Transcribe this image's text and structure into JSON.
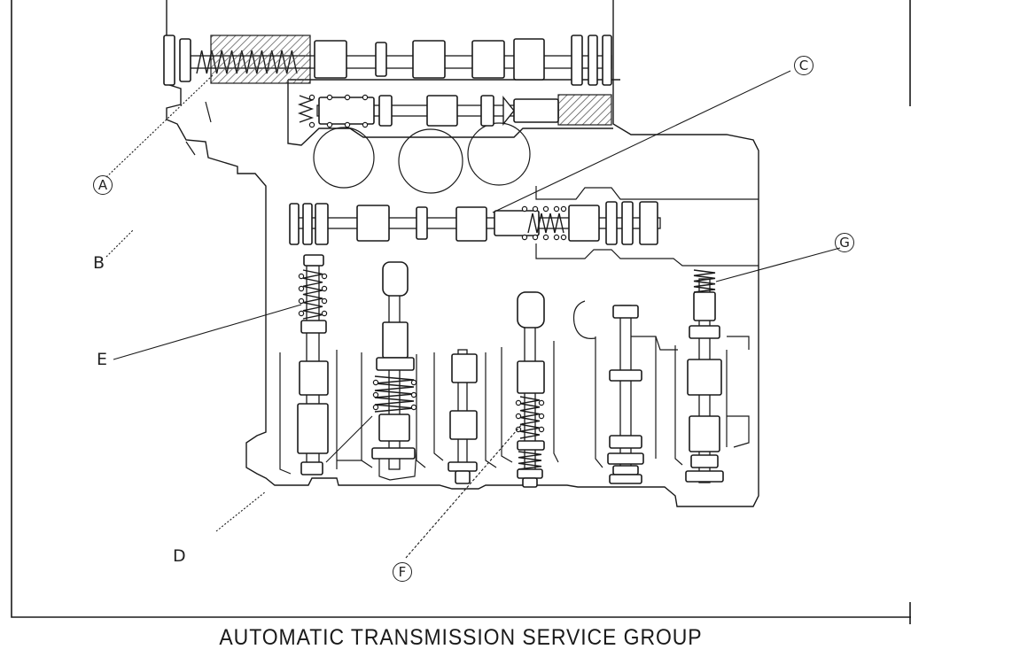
{
  "diagram": {
    "callouts": {
      "a": "A",
      "b": "B",
      "c": "C",
      "d": "D",
      "e": "E",
      "f": "F",
      "g": "G"
    },
    "footer": "AUTOMATIC TRANSMISSION SERVICE GROUP",
    "ink_color": "#1a1a1a",
    "hatch_color": "#555555"
  }
}
